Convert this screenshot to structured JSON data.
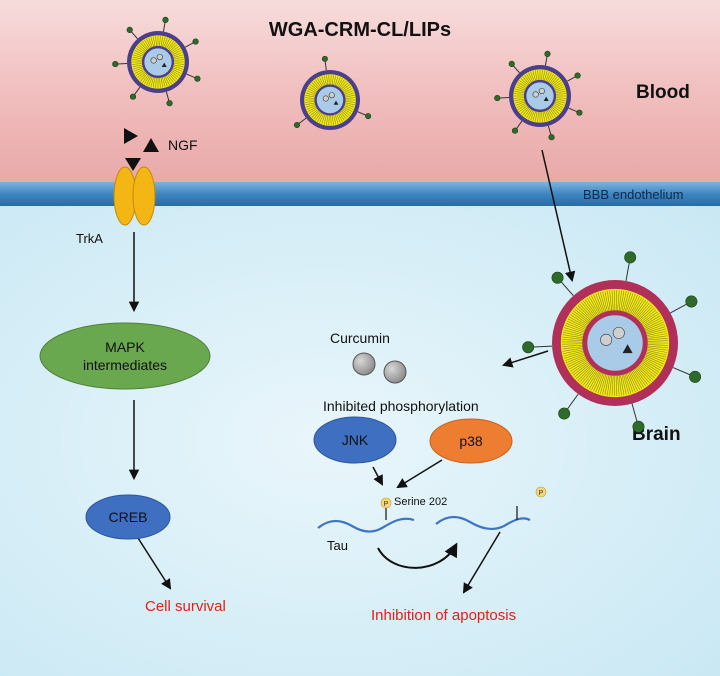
{
  "title": "WGA-CRM-CL/LIPs",
  "regions": {
    "blood": "Blood",
    "brain": "Brain",
    "barrier": "BBB endothelium"
  },
  "receptor": {
    "ligand": "NGF",
    "receptor": "TrkA"
  },
  "pathway": {
    "mapk_line1": "MAPK",
    "mapk_line2": "intermediates",
    "creb": "CREB",
    "outcome": "Cell survival"
  },
  "curcumin": "Curcumin",
  "inhibition": {
    "header": "Inhibited phosphorylation",
    "jnk": "JNK",
    "p38": "p38",
    "site": "Serine 202",
    "phospho": "P",
    "tau": "Tau",
    "outcome": "Inhibition of apoptosis"
  },
  "colors": {
    "blood_band": "#f2c0c0",
    "membrane": "#4a8fc4",
    "brain_bg": "#e3f3f9",
    "receptor": "#f4b614",
    "mapk": "#6aa84f",
    "kinase_blue": "#3f6fc0",
    "p38": "#ed7d31",
    "liposome_outer": "#4b3f8c",
    "liposome_yellow": "#f4ea12",
    "liposome_core": "#a9cbe7",
    "brain_liposome_outer": "#b0305a",
    "phospho_badge": "#f7d77a",
    "outcome_red": "#e0201a",
    "tau_strand": "#3f74c4"
  },
  "icons": [
    "liposome-icon",
    "ngf-triangle-icon",
    "curcumin-sphere-icon",
    "phosphate-badge-icon",
    "tau-strand-icon"
  ]
}
